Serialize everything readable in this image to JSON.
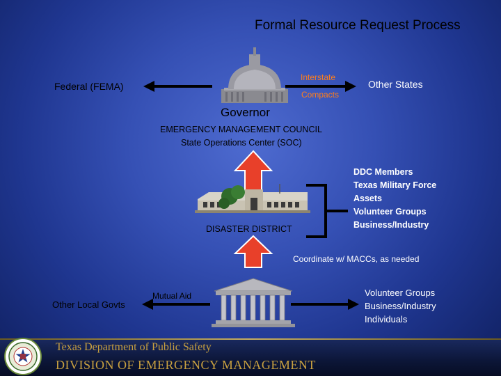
{
  "title": "Formal Resource Request Process",
  "federal": "Federal (FEMA)",
  "interstate_line1": "Interstate",
  "interstate_line2": "Compacts",
  "other_states": "Other States",
  "governor": "Governor",
  "council": "EMERGENCY  MANAGEMENT  COUNCIL",
  "soc": "State Operations Center (SOC)",
  "district": "DISASTER DISTRICT",
  "ddc_list": [
    "DDC Members",
    "Texas Military Force",
    "Assets",
    "Volunteer Groups",
    "Business/Industry"
  ],
  "coordinate": "Coordinate w/ MACCs, as needed",
  "mutual_aid": "Mutual Aid",
  "other_local": "Other Local Govts",
  "local_list": [
    "Volunteer Groups",
    "Business/Industry",
    "Individuals"
  ],
  "footer_line1": "Texas Department of Public Safety",
  "footer_line2": "DIVISION OF EMERGENCY MANAGEMENT",
  "colors": {
    "arrow_fill": "#e8402a",
    "arrow_stroke": "#ffffff",
    "accent_orange": "#ff7e1a",
    "footer_gold": "#c8a040"
  },
  "icons": [
    "capitol-icon",
    "district-office-icon",
    "courthouse-icon",
    "dps-seal-icon"
  ]
}
